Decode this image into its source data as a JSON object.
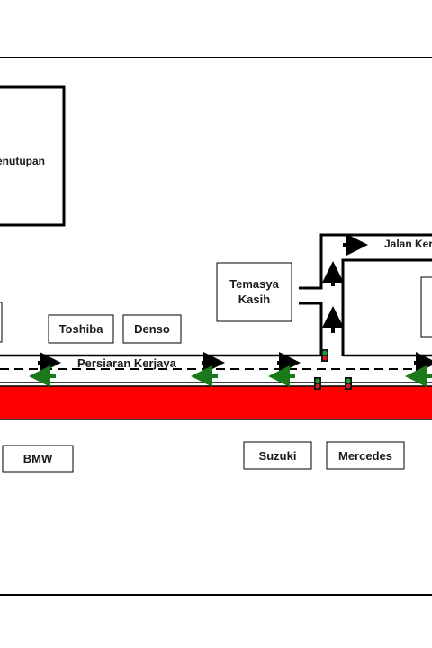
{
  "map": {
    "road_name": "Persiaran Kerjaya",
    "side_road_name": "Jalan Ker",
    "buildings": {
      "penutupan": "enutupan",
      "toshiba": "Toshiba",
      "denso": "Denso",
      "temasya_line1": "Temasya",
      "temasya_line2": "Kasih",
      "bmw": "BMW",
      "suzuki": "Suzuki",
      "mercedes": "Mercedes"
    },
    "colors": {
      "highlight_road": "#ff0000",
      "arrow_eastbound": "#000000",
      "arrow_westbound": "#1a7a1a",
      "signal_green": "#1e9e3a",
      "signal_red": "#d0202a"
    }
  }
}
